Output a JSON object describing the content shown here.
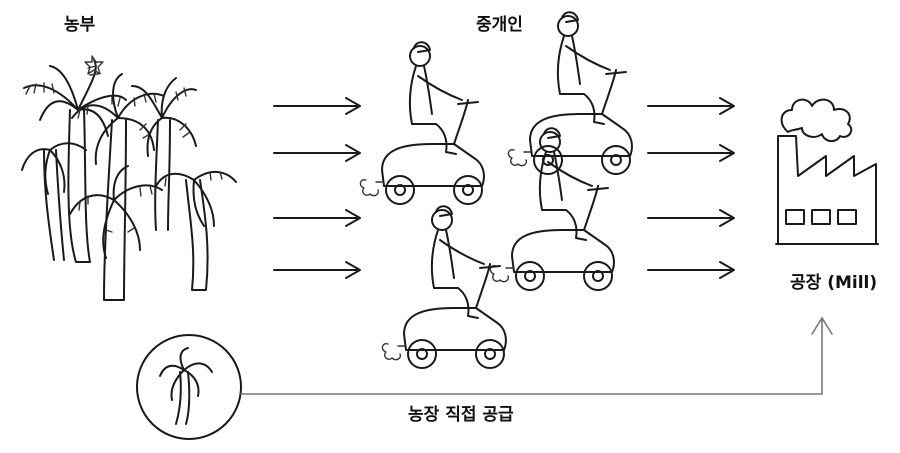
{
  "labels": {
    "farmers": "농부",
    "middlemen": "중개인",
    "mill": "공장 (Mill)",
    "direct_supply": "농장 직접 공급"
  },
  "colors": {
    "ink": "#1a1a1a",
    "background": "#ffffff",
    "line_grey": "#777777"
  },
  "icons": [
    "palm-tree-icon",
    "scooter-rider-icon",
    "factory-icon",
    "arrow-icon"
  ]
}
